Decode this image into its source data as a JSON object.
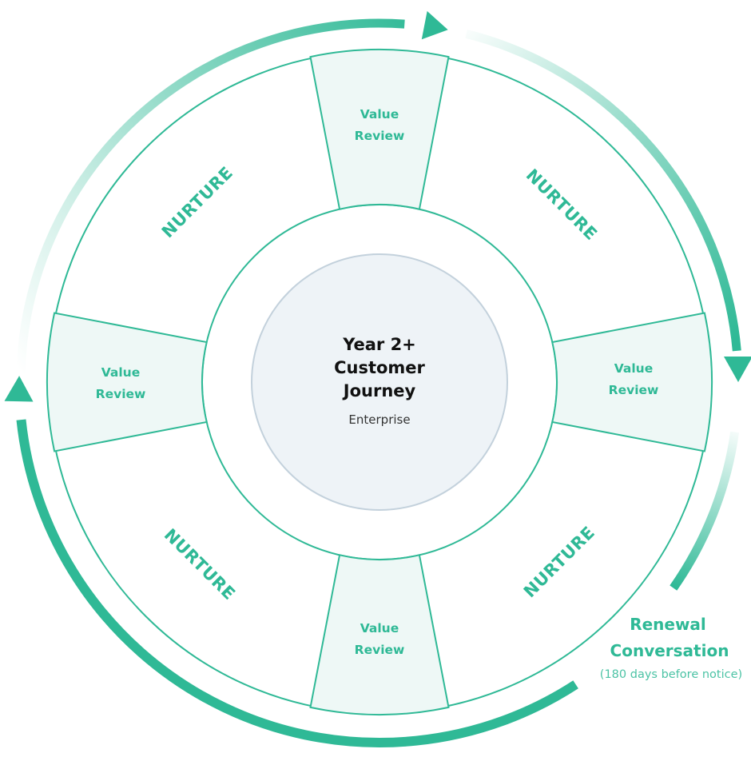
{
  "diagram": {
    "title_lines": [
      "Year 2+",
      "Customer",
      "Journey"
    ],
    "subtitle": "Enterprise",
    "value_reviews": [
      {
        "position": "top",
        "lines": [
          "Value",
          "Review"
        ]
      },
      {
        "position": "right",
        "lines": [
          "Value",
          "Review"
        ]
      },
      {
        "position": "bottom",
        "lines": [
          "Value",
          "Review"
        ]
      },
      {
        "position": "left",
        "lines": [
          "Value",
          "Review"
        ]
      }
    ],
    "nurture_segments": [
      {
        "position": "top-left",
        "label": "NURTURE"
      },
      {
        "position": "top-right",
        "label": "NURTURE"
      },
      {
        "position": "bottom-right",
        "label": "NURTURE"
      },
      {
        "position": "bottom-left",
        "label": "NURTURE"
      }
    ],
    "renewal": {
      "title_lines": [
        "Renewal",
        "Conversation"
      ],
      "note": "(180 days before notice)"
    },
    "cycle_direction": "clockwise",
    "colors": {
      "accent": "#2fb996",
      "ring_stroke": "#2fb996",
      "box_fill": "#eef8f6",
      "center_fill": "#eef3f7",
      "center_stroke": "#c3d1dc",
      "title_text": "#111111"
    }
  }
}
